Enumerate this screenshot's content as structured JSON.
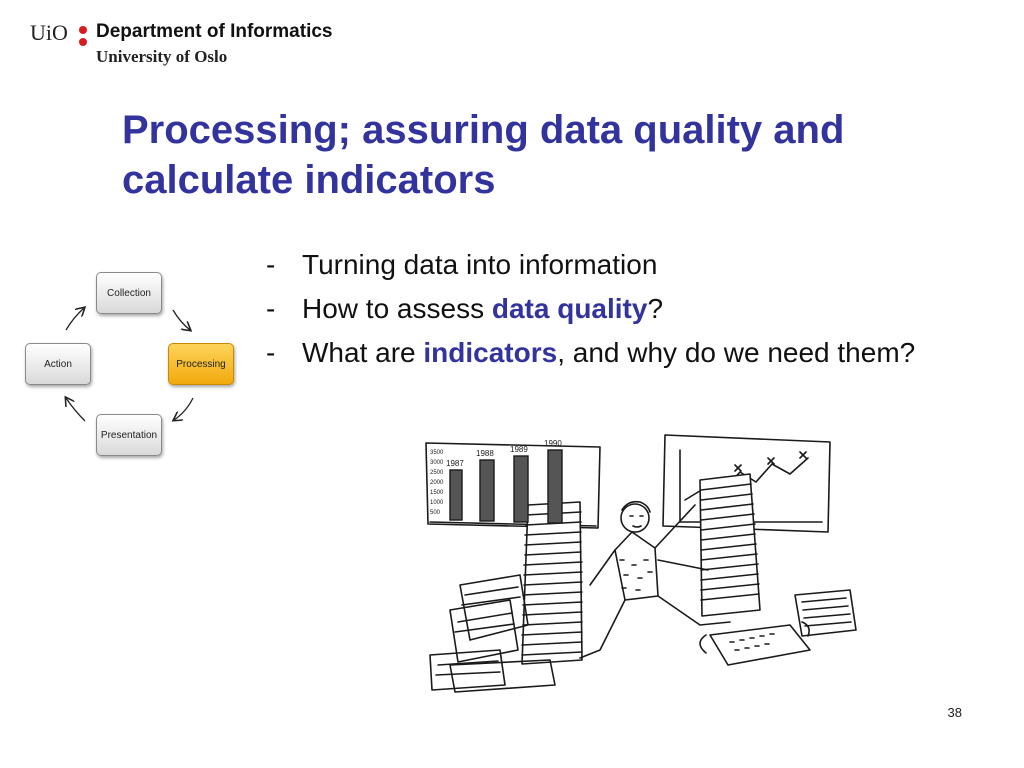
{
  "header": {
    "uio": "UiO",
    "department": "Department of Informatics",
    "university": "University of Oslo"
  },
  "title": "Processing; assuring data quality and calculate indicators",
  "cycle": {
    "collection": "Collection",
    "processing": "Processing",
    "presentation": "Presentation",
    "action": "Action",
    "highlight_color": "#f6b416"
  },
  "bullets": [
    {
      "dash": "-",
      "before": "Turning data into information",
      "highlight": "",
      "after": ""
    },
    {
      "dash": "-",
      "before": "How to assess ",
      "highlight": "data quality",
      "after": "?"
    },
    {
      "dash": "-",
      "before": "What are ",
      "highlight": "indicators",
      "after": ", and why do we need them?"
    }
  ],
  "illustration": {
    "chart_years": [
      "1987",
      "1988",
      "1989",
      "1990"
    ],
    "chart_y_ticks": [
      "3500",
      "3000",
      "2500",
      "2000",
      "1500",
      "1000",
      "500"
    ]
  },
  "page_number": "38",
  "colors": {
    "title": "#33339e",
    "logo_red": "#d91a21"
  }
}
